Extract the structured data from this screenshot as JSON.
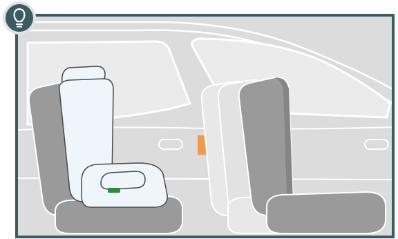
{
  "badge": {
    "icon": "lightbulb-icon"
  },
  "illustration": {
    "left_scene": {
      "subject": "booster-seat-on-car-seat"
    },
    "right_scene": {
      "subject": "car-seat-backrest-moved-forward"
    },
    "arrow": {
      "direction": "right"
    }
  },
  "colors": {
    "frame": "#3c5a61",
    "badge_fill": "#3c5a61",
    "badge_ring": "#dde4e6",
    "car_body": "#e6e6e6",
    "car_outline": "#ffffff",
    "seat": "#9a9a9a",
    "seat_dark": "#858585",
    "seat_ghost": "#e8e8e8",
    "booster": "#eef6fb",
    "booster_outline": "#4a4a4a",
    "clip": "#2e8b3a",
    "arrow": "#ef9a4f"
  }
}
